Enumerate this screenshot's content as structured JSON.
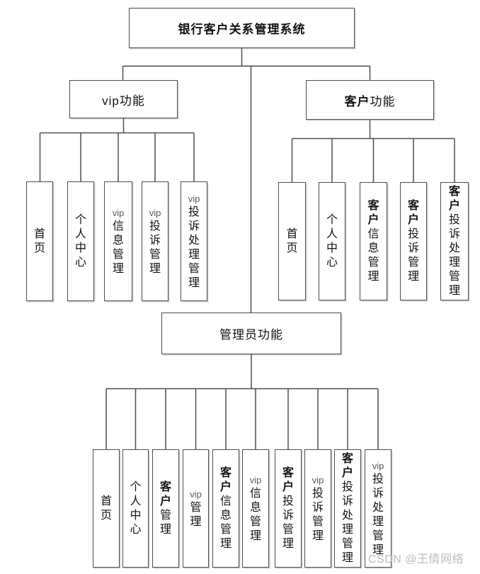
{
  "colors": {
    "background": "#ffffff",
    "line": "#4f4f4f",
    "border": "#4e4e4e",
    "text": "#141414",
    "watermark": "#bcbcbc"
  },
  "watermark": {
    "text": "CSDN @王倩网络"
  },
  "diagram": {
    "root": {
      "parts": [
        {
          "t": "银行客户关系管理系统",
          "b": true
        }
      ]
    },
    "branches": {
      "vip": {
        "header": {
          "parts": [
            {
              "t": "vip功能",
              "b": false
            }
          ]
        },
        "children": [
          {
            "parts": [
              {
                "t": "首页",
                "b": false
              }
            ]
          },
          {
            "parts": [
              {
                "t": "个人中心",
                "b": false
              }
            ]
          },
          {
            "parts": [
              {
                "t": "vip信息管理",
                "b": false
              }
            ]
          },
          {
            "parts": [
              {
                "t": "vip投诉管理",
                "b": false
              }
            ]
          },
          {
            "parts": [
              {
                "t": "vip投诉处理管理",
                "b": false
              }
            ]
          }
        ]
      },
      "customer": {
        "header": {
          "parts": [
            {
              "t": "客户",
              "b": true
            },
            {
              "t": "功能",
              "b": false
            }
          ]
        },
        "children": [
          {
            "parts": [
              {
                "t": "首页",
                "b": false
              }
            ]
          },
          {
            "parts": [
              {
                "t": "个人中心",
                "b": false
              }
            ]
          },
          {
            "parts": [
              {
                "t": "客户",
                "b": true
              },
              {
                "t": "信息管理",
                "b": false
              }
            ]
          },
          {
            "parts": [
              {
                "t": "客户",
                "b": true
              },
              {
                "t": "投诉管理",
                "b": false
              }
            ]
          },
          {
            "parts": [
              {
                "t": "客户",
                "b": true
              },
              {
                "t": "投诉处理管理",
                "b": false
              }
            ]
          }
        ]
      },
      "admin": {
        "header": {
          "parts": [
            {
              "t": "管理员功能",
              "b": false
            }
          ]
        },
        "children": [
          {
            "parts": [
              {
                "t": "首页",
                "b": false
              }
            ]
          },
          {
            "parts": [
              {
                "t": "个人中心",
                "b": false
              }
            ]
          },
          {
            "parts": [
              {
                "t": "客户",
                "b": true
              },
              {
                "t": "管理",
                "b": false
              }
            ]
          },
          {
            "parts": [
              {
                "t": "vip管理",
                "b": false
              }
            ]
          },
          {
            "parts": [
              {
                "t": "客户",
                "b": true
              },
              {
                "t": "信息管理",
                "b": false
              }
            ]
          },
          {
            "parts": [
              {
                "t": "vip信息管理",
                "b": false
              }
            ]
          },
          {
            "parts": [
              {
                "t": "客户",
                "b": true
              },
              {
                "t": "投诉管理",
                "b": false
              }
            ]
          },
          {
            "parts": [
              {
                "t": "vip投诉管理",
                "b": false
              }
            ]
          },
          {
            "parts": [
              {
                "t": "客户",
                "b": true
              },
              {
                "t": "投诉处理管理",
                "b": false
              }
            ]
          },
          {
            "parts": [
              {
                "t": "vip投诉处理管理",
                "b": false
              }
            ]
          }
        ]
      }
    }
  }
}
